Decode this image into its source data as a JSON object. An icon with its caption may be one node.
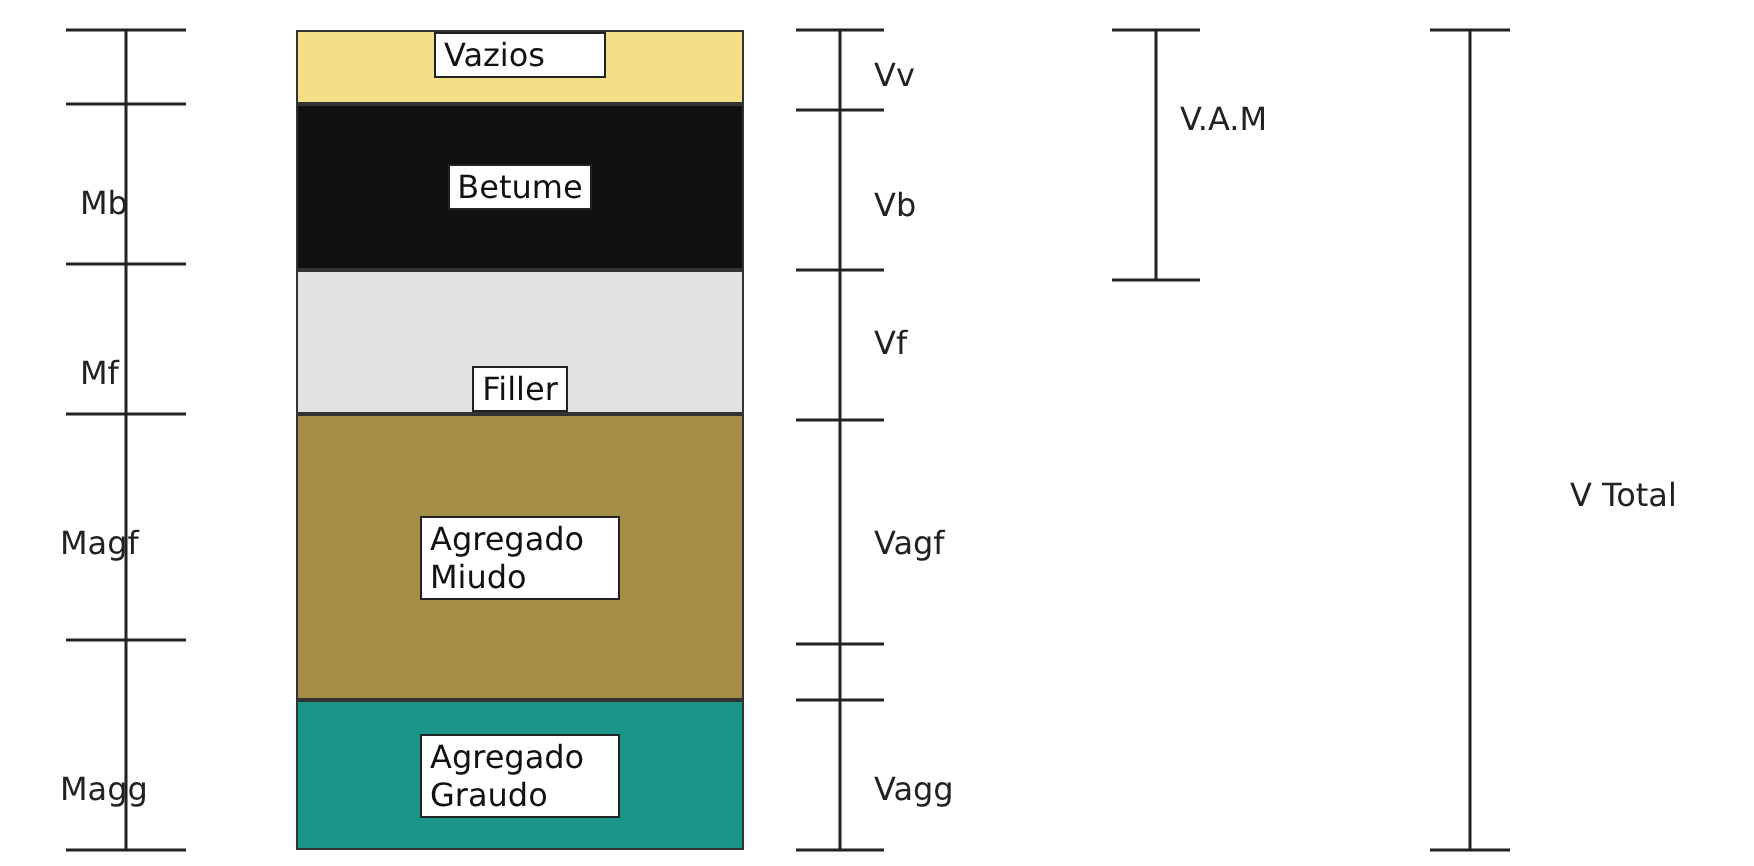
{
  "diagram": {
    "nodes": [
      {
        "text": [
          "Vazios"
        ]
      },
      {
        "text": [
          "Betume"
        ]
      },
      {
        "text": [
          "Filler"
        ]
      },
      {
        "text": [
          "Agregado Miudo"
        ]
      },
      {
        "text": [
          "Agregado Graudo"
        ]
      }
    ],
    "labels": [
      "Vv",
      "V.A.M",
      "Mb",
      "Vb",
      "Mf",
      "Vf",
      "V Total",
      "Magf",
      "Vagf",
      "Magg",
      "Vagg"
    ]
  }
}
